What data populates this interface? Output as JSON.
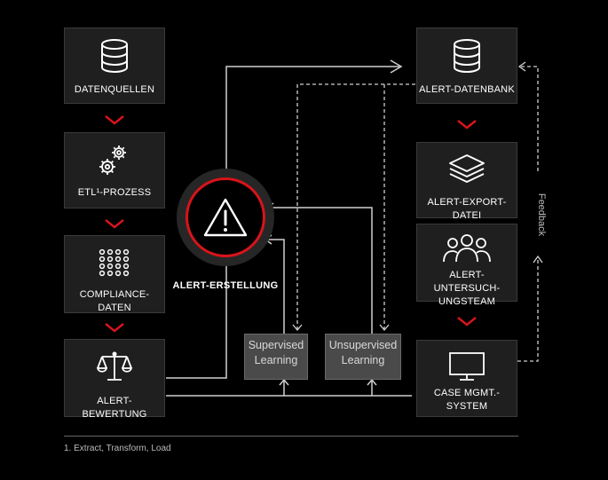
{
  "left_column": [
    {
      "label": "DATENQUELLEN",
      "icon": "database-icon"
    },
    {
      "label": "ETL¹-PROZESS",
      "icon": "gears-icon"
    },
    {
      "label": "COMPLIANCE- DATEN",
      "icon": "dot-grid-icon"
    },
    {
      "label": "ALERT-BEWERTUNG",
      "icon": "scales-icon"
    }
  ],
  "center": {
    "label": "ALERT-ERSTELLUNG",
    "icon": "warning-icon",
    "ring_color": "#d7141a"
  },
  "learning": [
    {
      "label": "Supervised Learning"
    },
    {
      "label": "Unsupervised Learning"
    }
  ],
  "right_column": [
    {
      "label": "ALERT-DATENBANK",
      "icon": "database-icon"
    },
    {
      "label": "ALERT-EXPORT-DATEI",
      "icon": "layers-icon"
    },
    {
      "label": "ALERT-UNTERSUCH- UNGSTEAM",
      "icon": "team-icon"
    },
    {
      "label": "CASE MGMT.- SYSTEM",
      "icon": "monitor-icon"
    }
  ],
  "feedback_label": "Feedback",
  "footnote": "1. Extract, Transform, Load",
  "colors": {
    "accent": "#d7141a",
    "box_bg": "#1f1f1f",
    "learning_bg": "#4a4a4a",
    "line": "#cfcfcf"
  }
}
